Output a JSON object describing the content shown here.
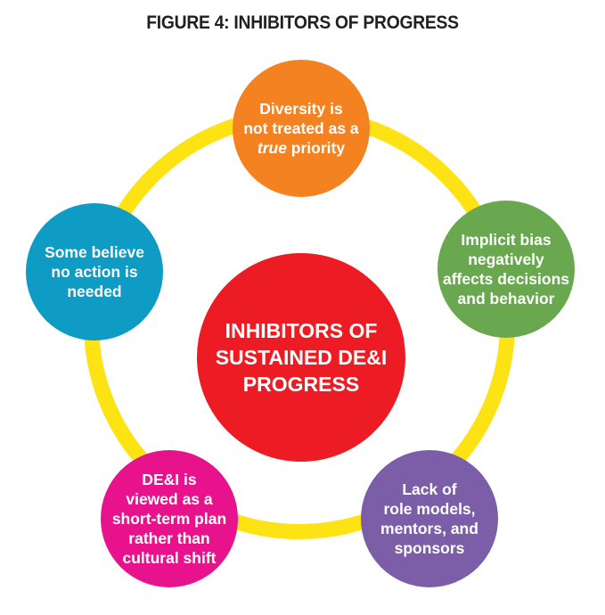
{
  "figure": {
    "title": "FIGURE 4: INHIBITORS OF PROGRESS"
  },
  "center": {
    "lines": [
      "INHIBITORS OF",
      "SUSTAINED DE&I",
      "PROGRESS"
    ]
  },
  "inhibitors": [
    {
      "id": "top",
      "line1": "Diversity is",
      "line2": "not treated as a",
      "line3_italic": "true",
      "line3_rest": " priority"
    },
    {
      "id": "right",
      "lines": [
        "Implicit bias",
        "negatively",
        "affects decisions",
        "and behavior"
      ]
    },
    {
      "id": "bottom-right",
      "lines": [
        "Lack of",
        "role models,",
        "mentors, and",
        "sponsors"
      ]
    },
    {
      "id": "bottom-left",
      "lines": [
        "DE&I is",
        "viewed as a",
        "short-term plan",
        "rather than",
        "cultural shift"
      ]
    },
    {
      "id": "left",
      "lines": [
        "Some believe",
        "no action is",
        "needed"
      ]
    }
  ],
  "colors": {
    "ring": "#fde214",
    "center": "#ed1c24",
    "top": "#f58220",
    "right": "#6aa84f",
    "bottom_right": "#7b5ea7",
    "bottom_left": "#e8138c",
    "left": "#0e9cc4",
    "title": "#231f20"
  }
}
